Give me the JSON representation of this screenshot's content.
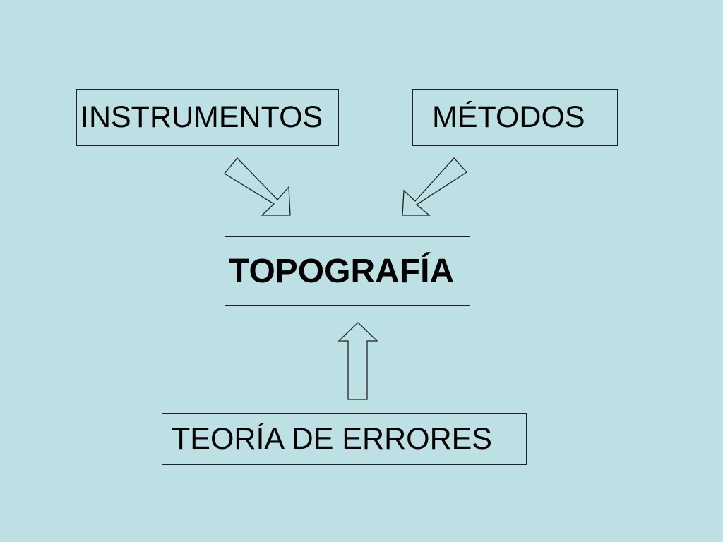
{
  "colors": {
    "background": "#bce0e4",
    "border": "#222222",
    "text": "#000000"
  },
  "nodes": {
    "instrumentos": "INSTRUMENTOS",
    "metodos": "MÉTODOS",
    "topografia": "TOPOGRAFÍA",
    "teoria_errores": "TEORÍA DE ERRORES"
  },
  "edges": [
    {
      "from": "instrumentos",
      "to": "topografia",
      "shape": "outline-arrow"
    },
    {
      "from": "metodos",
      "to": "topografia",
      "shape": "outline-arrow"
    },
    {
      "from": "teoria_errores",
      "to": "topografia",
      "shape": "outline-arrow"
    }
  ]
}
